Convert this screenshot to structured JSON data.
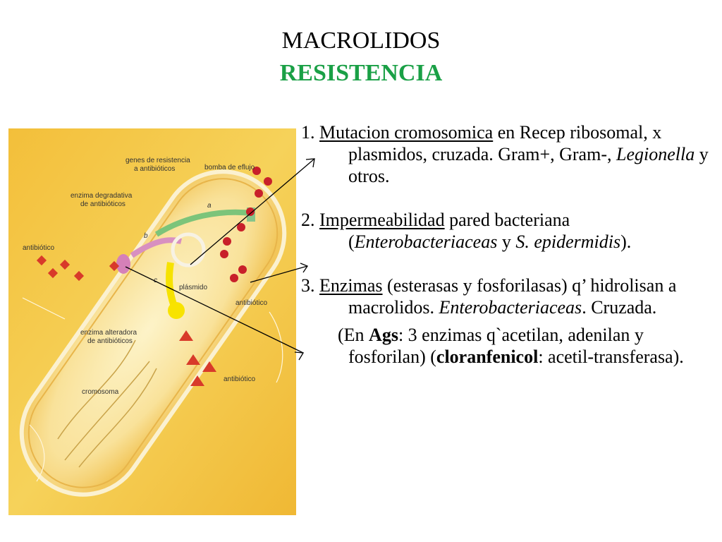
{
  "slide": {
    "title": "MACROLIDOS",
    "subtitle": "RESISTENCIA",
    "subtitle_color": "#1aa046"
  },
  "illustration": {
    "labels": {
      "genes": [
        "genes de resistencia",
        "a antibióticos"
      ],
      "bomba": "bomba de eflujo",
      "enzima_degradativa": [
        "enzima degradativa",
        "de antibióticos"
      ],
      "antibiotico_left": "antibiótico",
      "plasmido": "plásmido",
      "antibiotico_right": "antibiótico",
      "enzima_alteradora": [
        "enzima alteradora",
        "de antibióticos"
      ],
      "antibiotico_bottom": "antibiótico",
      "cromosoma": "cromosoma",
      "letter_a": "a",
      "letter_b": "b",
      "letter_c": "c"
    }
  },
  "items": [
    {
      "num": "1. ",
      "u": "Mutacion cromosomica",
      "t1": " en Recep ribosomal, x plasmidos, cruzada. Gram+, Gram-, ",
      "i1": "Legionella",
      "t2": " y otros."
    },
    {
      "num": "2. ",
      "u": "Impermeabilidad",
      "t1": " pared bacteriana (",
      "i1": "Enterobacteriaceas",
      "t2": " y ",
      "i2": "S. epidermidis",
      "t3": ")."
    },
    {
      "num": "3. ",
      "u": "Enzimas",
      "t1": " (esterasas y fosforilasas) q’ hidrolisan a macrolidos. ",
      "i1": "Enterobacteriaceas",
      "t2": ". Cruzada."
    }
  ],
  "note": {
    "t0": "(En ",
    "b1": "Ags",
    "t1": ": 3 enzimas q`acetilan, adenilan y fosforilan) (",
    "b2": "cloranfenicol",
    "t2": ": acetil-transferasa)."
  }
}
